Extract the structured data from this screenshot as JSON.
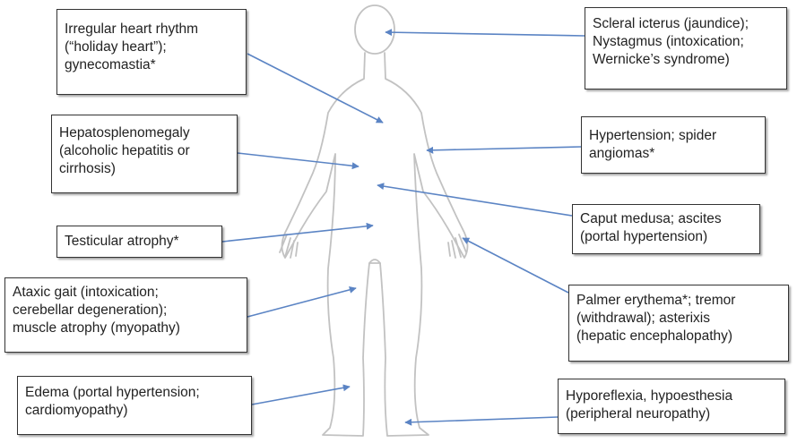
{
  "colors": {
    "arrow": "#5b84c4",
    "body_outline": "#c2c2c2",
    "box_border": "#333333"
  },
  "callouts": [
    {
      "id": "irregular-heart-rhythm",
      "text": "Irregular heart rhythm\n(“holiday heart”);\ngynecomastia*"
    },
    {
      "id": "scleral-icterus",
      "text": "Scleral icterus (jaundice);\nNystagmus (intoxication;\nWernicke’s syndrome)"
    },
    {
      "id": "hepatosplenomegaly",
      "text": "Hepatosplenomegaly\n(alcoholic hepatitis or\ncirrhosis)"
    },
    {
      "id": "hypertension",
      "text": "Hypertension; spider\nangiomas*"
    },
    {
      "id": "caput-medusa",
      "text": "Caput medusa; ascites\n(portal hypertension)"
    },
    {
      "id": "testicular-atrophy",
      "text": "Testicular atrophy*"
    },
    {
      "id": "ataxic-gait",
      "text": "Ataxic gait (intoxication;\ncerebellar degeneration);\nmuscle atrophy (myopathy)"
    },
    {
      "id": "palmer-erythema",
      "text": "Palmer erythema*; tremor\n(withdrawal); asterixis\n(hepatic encephalopathy)"
    },
    {
      "id": "edema",
      "text": "Edema (portal hypertension;\ncardiomyopathy)"
    },
    {
      "id": "hyporeflexia",
      "text": "Hyporeflexia, hypoesthesia\n(peripheral neuropathy)"
    }
  ]
}
